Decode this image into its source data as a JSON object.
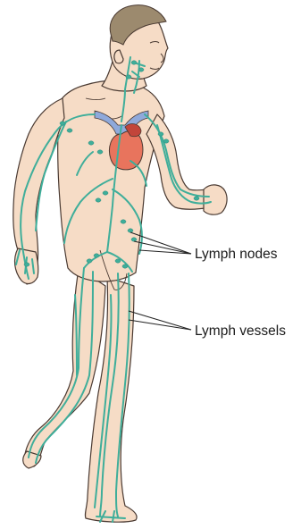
{
  "labels": {
    "lymph_nodes": "Lymph nodes",
    "lymph_vessels": "Lymph vessels"
  },
  "colors": {
    "skin": "#f6dcc6",
    "skin_outline": "#4a3a32",
    "lymph": "#3fae9a",
    "hair": "#9c8a6e",
    "heart": "#e8745d",
    "heart_dark": "#c2453a",
    "vein": "#8fa9db",
    "leader_line": "#222222"
  },
  "icons": {
    "figure": "human-lymphatic-figure",
    "heart": "heart-icon"
  }
}
